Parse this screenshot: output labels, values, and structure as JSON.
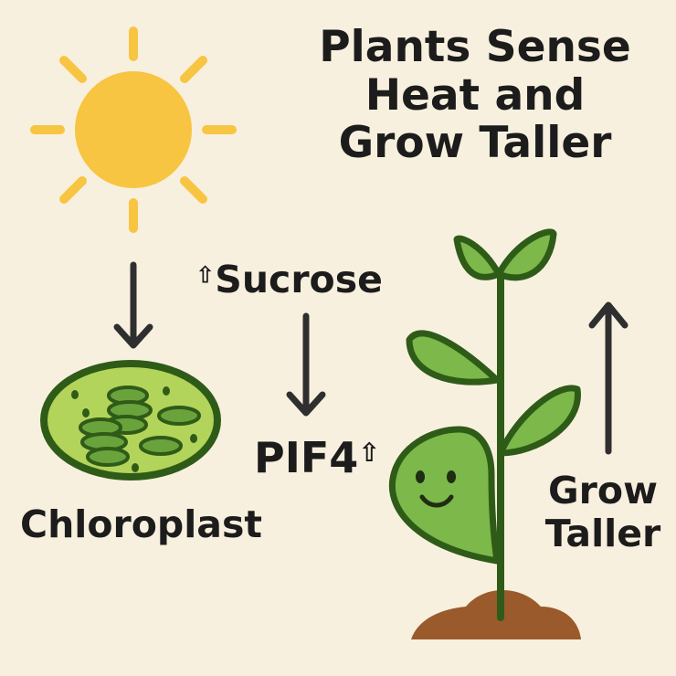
{
  "title": {
    "line1": "Plants Sense",
    "line2": "Heat and",
    "line3": "Grow Taller"
  },
  "labels": {
    "sucrose_arrow": "⇧",
    "sucrose": "Sucrose",
    "pif4": "PIF4",
    "pif4_arrow": "⇧",
    "chloroplast": "Chloroplast",
    "grow_line1": "Grow",
    "grow_line2": "Taller"
  },
  "colors": {
    "background": "#f8f0de",
    "sun": "#f7c541",
    "leaf_green": "#7cb84a",
    "leaf_outline": "#2f5b18",
    "chloroplast_fill": "#b3d45a",
    "soil": "#9a5a2c",
    "arrow": "#2f2f2f"
  },
  "icons": [
    "sun-icon",
    "chloroplast-icon",
    "seedling-icon",
    "down-arrow-icon",
    "up-arrow-icon"
  ]
}
